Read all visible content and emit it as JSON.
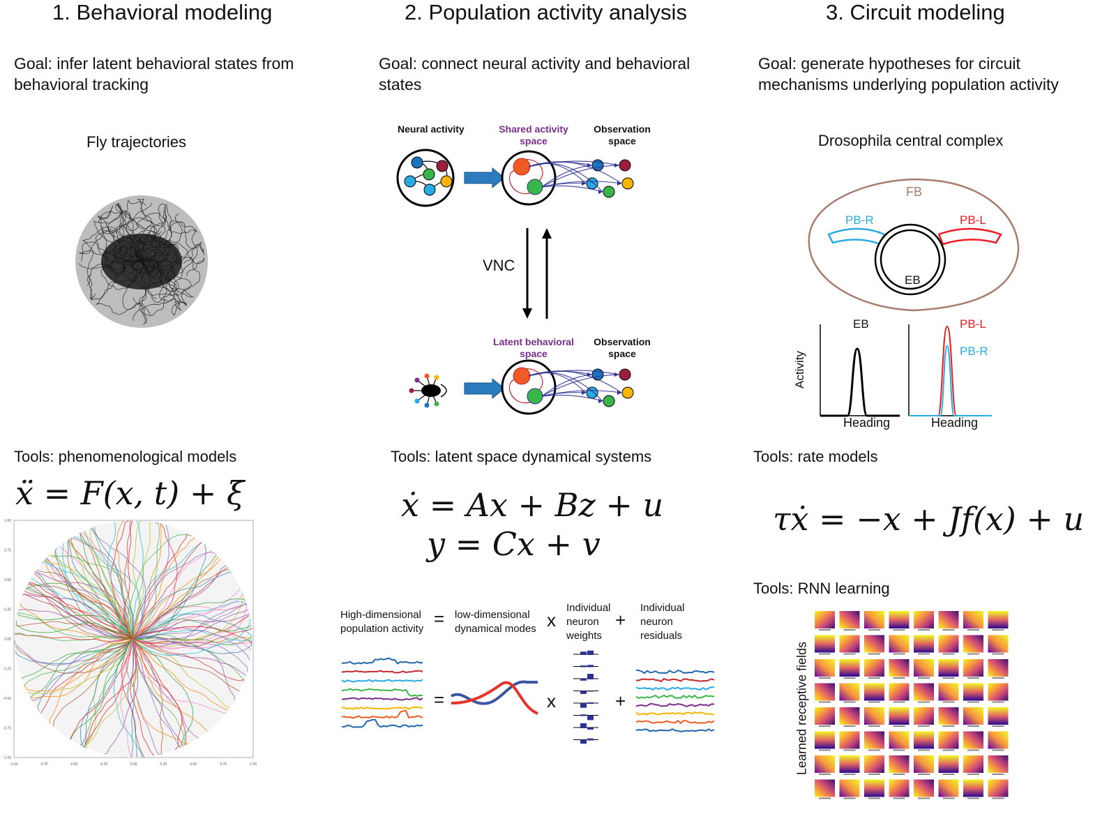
{
  "col1": {
    "title": "1. Behavioral modeling",
    "goal": "Goal: infer latent behavioral states from behavioral tracking",
    "fig_label": "Fly trajectories",
    "tools": "Tools: phenomenological models",
    "equation": "ẍ = F(x, t) + ξ",
    "plot_ticks_x": [
      "-1.00",
      "-0.75",
      "-0.50",
      "-0.25",
      "0.00",
      "0.25",
      "0.50",
      "0.75",
      "1.00"
    ],
    "plot_ticks_y": [
      "1.00",
      "0.75",
      "0.50",
      "0.25",
      "0.00",
      "-0.25",
      "-0.50",
      "-0.75",
      "-1.00"
    ]
  },
  "col2": {
    "title": "2. Population activity analysis",
    "goal": "Goal: connect neural activity and behavioral states",
    "neural_activity": "Neural activity",
    "shared_space": "Shared activity space",
    "observation_space": "Observation space",
    "vnc": "VNC",
    "latent_space": "Latent behavioral space",
    "observation_space2": "Observation space",
    "tools": "Tools: latent space dynamical systems",
    "equation1": "ẋ = Ax + Bz + u",
    "equation2": "y = Cx + v",
    "hd_pop": "High-dimensional population activity",
    "eq_sign": "=",
    "ld_modes": "low-dimensional dynamical modes",
    "times": "x",
    "ind_weights": "Individual neuron weights",
    "plus": "+",
    "ind_residuals": "Individual neuron residuals"
  },
  "col3": {
    "title": "3. Circuit modeling",
    "goal": "Goal: generate hypotheses for circuit mechanisms underlying population activity",
    "fig_label": "Drosophila central complex",
    "fb": "FB",
    "pbr": "PB-R",
    "pbl": "PB-L",
    "eb": "EB",
    "eb_plot": "EB",
    "pbl_plot": "PB-L",
    "pbr_plot": "PB-R",
    "activity": "Activity",
    "heading1": "Heading",
    "heading2": "Heading",
    "tools1": "Tools: rate models",
    "equation": "τẋ = −x + Jf(x) + u",
    "tools2": "Tools: RNN learning",
    "rf_label": "Learned receptive fields"
  },
  "colors": {
    "orange": "#f15a24",
    "green": "#39b54a",
    "blue": "#1c75bc",
    "red": "#9e1f3c",
    "cyan": "#29abe2",
    "yellow": "#f7b500",
    "navy": "#2e3192",
    "purple": "#7b2d8e",
    "fb": "#a67c6d",
    "pbr": "#29abe2",
    "pbl": "#ed1c24"
  }
}
